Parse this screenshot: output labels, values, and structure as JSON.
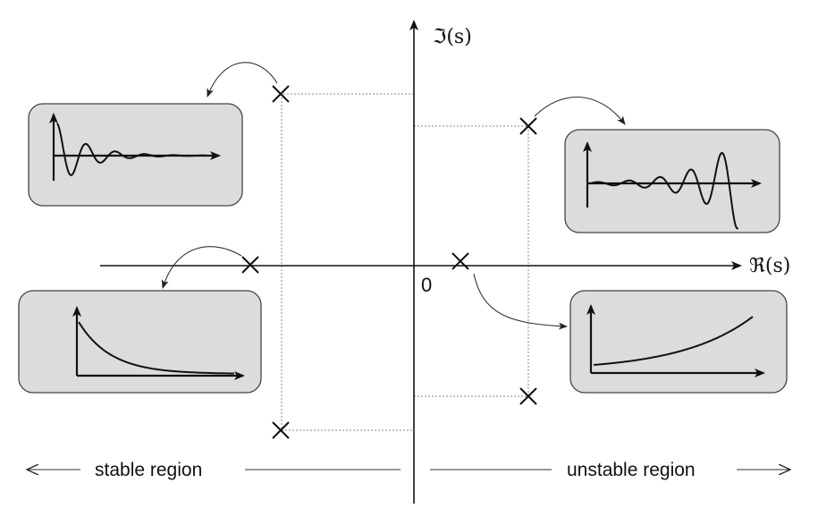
{
  "axes": {
    "imaginary_label": "ℑ(s)",
    "real_label": "ℜ(s)",
    "origin_label": "0"
  },
  "regions": {
    "stable_label": "stable region",
    "unstable_label": "unstable region"
  },
  "poles": [
    {
      "name": "complex-pole-upper-left",
      "region": "stable"
    },
    {
      "name": "complex-pole-lower-left",
      "region": "stable"
    },
    {
      "name": "real-pole-left",
      "region": "stable"
    },
    {
      "name": "complex-pole-upper-right",
      "region": "unstable"
    },
    {
      "name": "complex-pole-lower-right",
      "region": "unstable"
    },
    {
      "name": "real-pole-right",
      "region": "unstable"
    }
  ],
  "responses": [
    {
      "name": "damped-oscillation",
      "behavior": "decaying oscillation"
    },
    {
      "name": "growing-oscillation",
      "behavior": "growing oscillation"
    },
    {
      "name": "exponential-decay",
      "behavior": "decaying exponential"
    },
    {
      "name": "exponential-growth",
      "behavior": "growing exponential"
    }
  ],
  "colors": {
    "panel_fill": "#dcdcdc",
    "stroke": "#111111",
    "guide": "#888888"
  }
}
